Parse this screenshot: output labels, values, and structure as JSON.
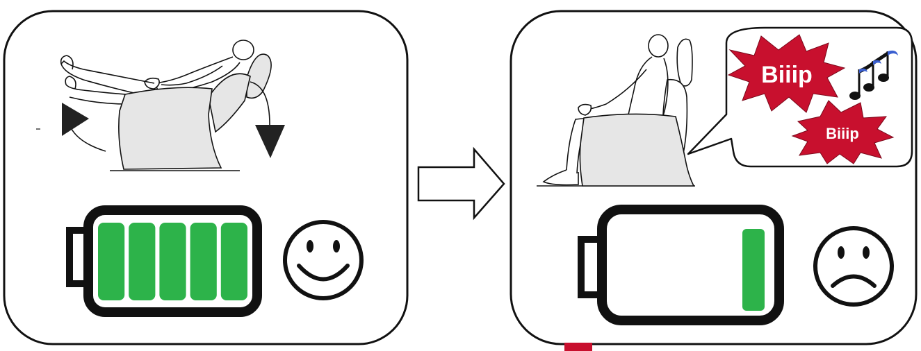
{
  "panels": [
    {
      "id": "full",
      "battery_level": 1.0,
      "battery_bars": 5,
      "mood": "happy",
      "chair_state": "reclining",
      "icons": [
        "reclining-chair-person-icon",
        "battery-full-icon",
        "smiley-happy-icon",
        "rotation-arrow-icon"
      ]
    },
    {
      "id": "low",
      "battery_level": 0.2,
      "battery_bars": 1,
      "mood": "sad",
      "chair_state": "upright",
      "icons": [
        "upright-chair-person-icon",
        "battery-low-icon",
        "smiley-sad-icon"
      ]
    }
  ],
  "transition_arrow": "right-arrow-icon",
  "speech_bubble": {
    "bursts": [
      {
        "label": "Biiip",
        "size": "large"
      },
      {
        "label": "Biiip",
        "size": "small"
      }
    ],
    "icon": "music-notes-icon"
  },
  "colors": {
    "battery_green": "#2db34a",
    "battery_outline": "#111111",
    "burst_red": "#c8102e",
    "chair_fill": "#e6e6e6",
    "ink": "#111111"
  }
}
